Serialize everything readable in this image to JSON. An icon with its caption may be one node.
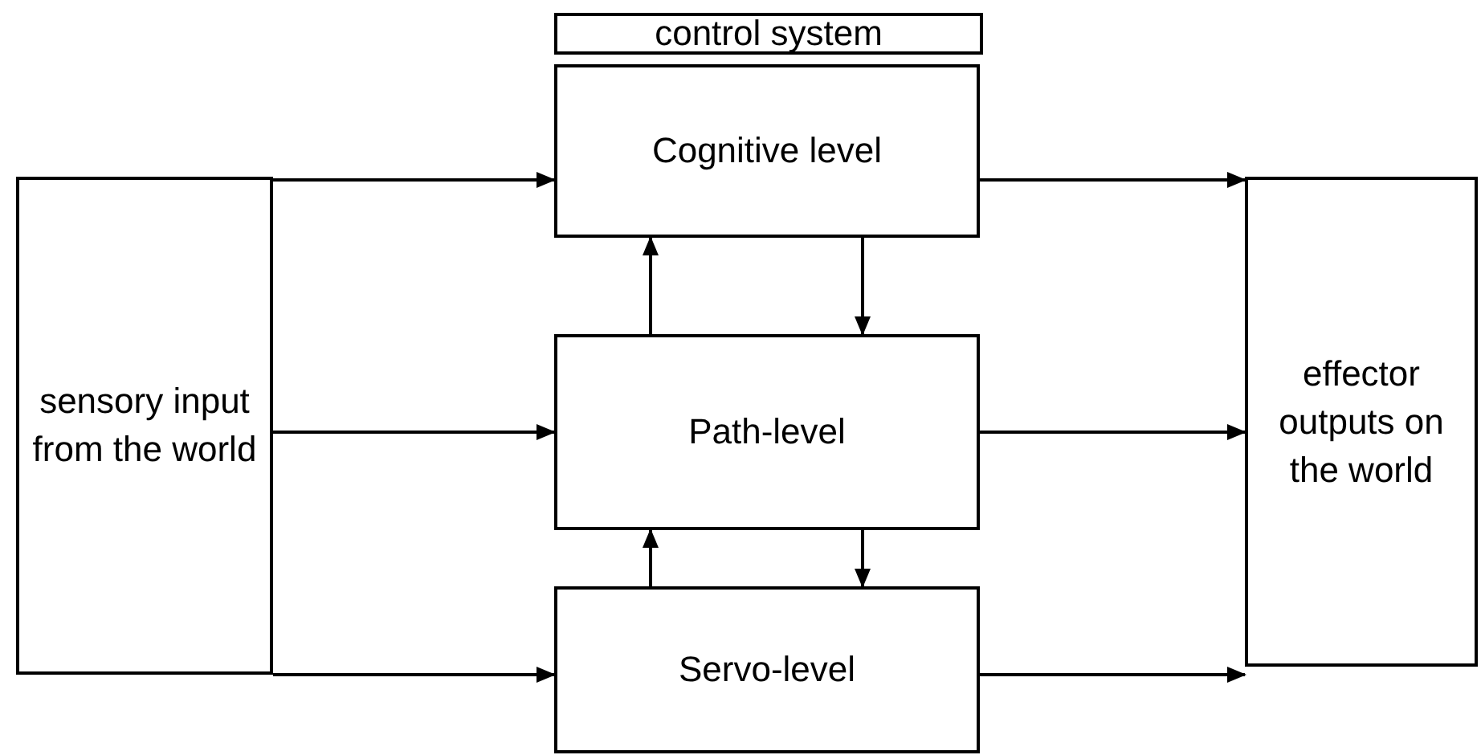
{
  "diagram": {
    "nodes": [
      {
        "text": [
          "control system"
        ]
      },
      {
        "text": [
          "sensory input from the world"
        ]
      },
      {
        "text": [
          "Cognitive level"
        ]
      },
      {
        "text": [
          "Path-level"
        ]
      },
      {
        "text": [
          "Servo-level"
        ]
      },
      {
        "text": [
          "effector outputs on the world"
        ]
      }
    ],
    "edges": [
      {
        "from": 1,
        "to": 2,
        "arrow": "to"
      },
      {
        "from": 1,
        "to": 3,
        "arrow": "to"
      },
      {
        "from": 1,
        "to": 4,
        "arrow": "to"
      },
      {
        "from": 2,
        "to": 5,
        "arrow": "to"
      },
      {
        "from": 3,
        "to": 5,
        "arrow": "to"
      },
      {
        "from": 4,
        "to": 5,
        "arrow": "to"
      },
      {
        "from": 3,
        "to": 2,
        "arrow": "to"
      },
      {
        "from": 2,
        "to": 3,
        "arrow": "to"
      },
      {
        "from": 4,
        "to": 3,
        "arrow": "to"
      },
      {
        "from": 3,
        "to": 4,
        "arrow": "to"
      }
    ]
  }
}
